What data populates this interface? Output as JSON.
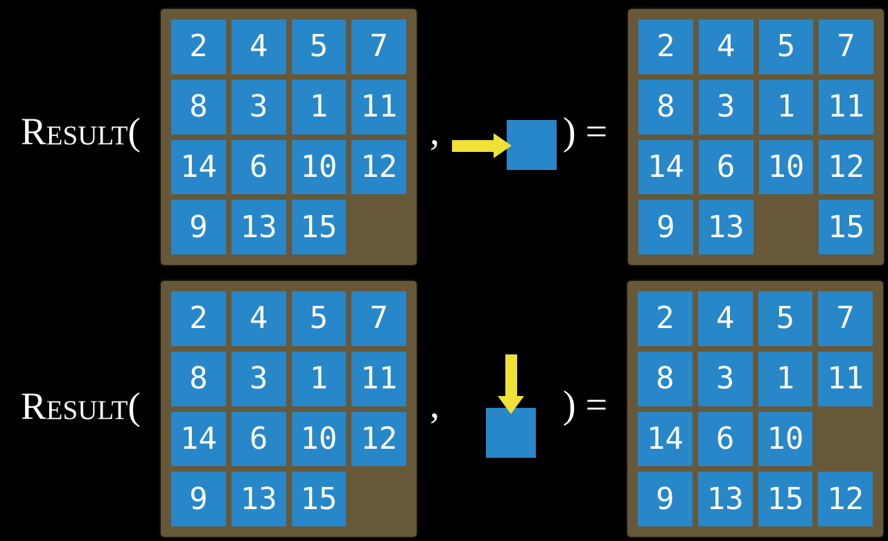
{
  "colors": {
    "bg": "#000000",
    "tile": "#2787c9",
    "frame": "#665839",
    "frame_border": "#17130c",
    "arrow": "#efe135",
    "text": "#ffffff"
  },
  "examples": [
    {
      "id": "move-right",
      "open_label": "Result(",
      "comma": ",",
      "move_icon": "right-arrow-into-blank-tile",
      "close_label": ") =",
      "input_grid": [
        [
          "2",
          "4",
          "5",
          "7"
        ],
        [
          "8",
          "3",
          "1",
          "11"
        ],
        [
          "14",
          "6",
          "10",
          "12"
        ],
        [
          "9",
          "13",
          "15",
          ""
        ]
      ],
      "output_grid": [
        [
          "2",
          "4",
          "5",
          "7"
        ],
        [
          "8",
          "3",
          "1",
          "11"
        ],
        [
          "14",
          "6",
          "10",
          "12"
        ],
        [
          "9",
          "13",
          "",
          "15"
        ]
      ]
    },
    {
      "id": "move-down",
      "open_label": "Result(",
      "comma": ",",
      "move_icon": "down-arrow-into-blank-tile",
      "close_label": ") =",
      "input_grid": [
        [
          "2",
          "4",
          "5",
          "7"
        ],
        [
          "8",
          "3",
          "1",
          "11"
        ],
        [
          "14",
          "6",
          "10",
          "12"
        ],
        [
          "9",
          "13",
          "15",
          ""
        ]
      ],
      "output_grid": [
        [
          "2",
          "4",
          "5",
          "7"
        ],
        [
          "8",
          "3",
          "1",
          "11"
        ],
        [
          "14",
          "6",
          "10",
          ""
        ],
        [
          "9",
          "13",
          "15",
          "12"
        ]
      ]
    }
  ]
}
